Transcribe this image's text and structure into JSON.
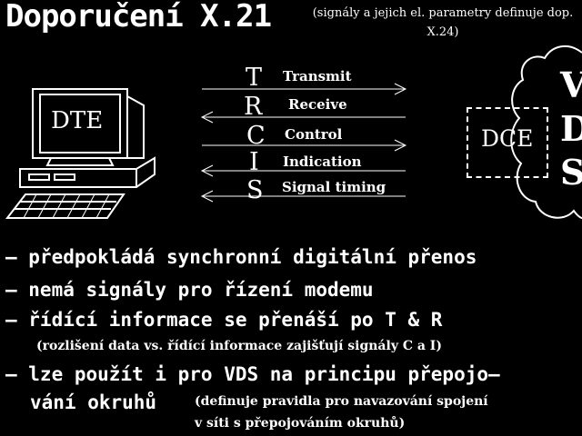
{
  "title": "Doporučení X.21",
  "subtitle": "(signály a jejich el. parametry definuje dop. X.24)",
  "dte_label": "DTE",
  "dce_label": "DCE",
  "network_label": "VDS",
  "signals": [
    {
      "letter": "T",
      "name": "Transmit",
      "direction": "right"
    },
    {
      "letter": "R",
      "name": "Receive",
      "direction": "left"
    },
    {
      "letter": "C",
      "name": "Control",
      "direction": "right"
    },
    {
      "letter": "I",
      "name": "Indication",
      "direction": "left"
    },
    {
      "letter": "S",
      "name": "Signal timing",
      "direction": "left"
    }
  ],
  "bullets": [
    "– předpokládá synchronní digitální přenos",
    "– nemá signály pro řízení modemu",
    "– řídící informace se přenáší po T & R",
    "– lze použít i pro VDS na principu přepojo–",
    "vání okruhů"
  ],
  "notes": [
    "(rozlišení data vs. řídící informace zajišťují signály C a I)",
    "(definuje pravidla pro navazování spojení",
    "v síti s přepojováním okruhů)"
  ]
}
